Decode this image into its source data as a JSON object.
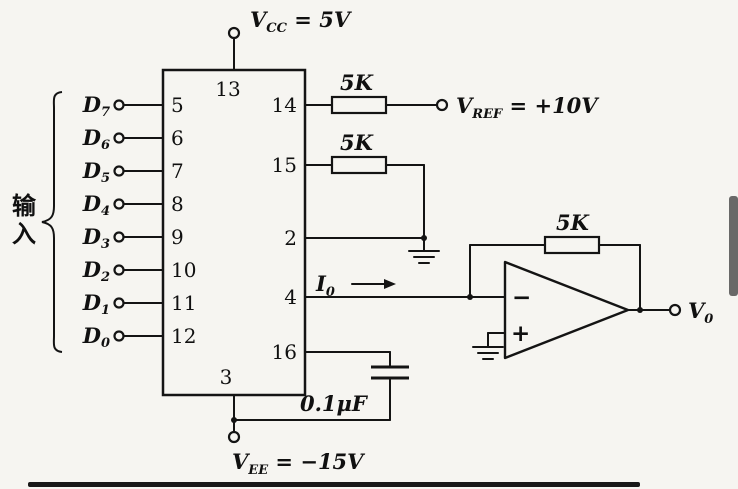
{
  "power": {
    "vcc": {
      "sym": "V",
      "sub": "CC",
      "val": " = 5V"
    },
    "vee": {
      "sym": "V",
      "sub": "EE",
      "val": " = −15V"
    },
    "vref": {
      "sym": "V",
      "sub": "REF",
      "val": " = +10V"
    }
  },
  "inputs": {
    "brace_label_chars": [
      "输",
      "入"
    ],
    "bits": [
      {
        "name": "D",
        "sub": "7",
        "pin": "5"
      },
      {
        "name": "D",
        "sub": "6",
        "pin": "6"
      },
      {
        "name": "D",
        "sub": "5",
        "pin": "7"
      },
      {
        "name": "D",
        "sub": "4",
        "pin": "8"
      },
      {
        "name": "D",
        "sub": "3",
        "pin": "9"
      },
      {
        "name": "D",
        "sub": "2",
        "pin": "10"
      },
      {
        "name": "D",
        "sub": "1",
        "pin": "11"
      },
      {
        "name": "D",
        "sub": "0",
        "pin": "12"
      }
    ]
  },
  "ic": {
    "pin_top": "13",
    "pin_bottom": "3",
    "pin_vref": "14",
    "pin_rfb": "15",
    "pin_gnd": "2",
    "pin_iout": "4",
    "pin_comp": "16"
  },
  "components": {
    "r_vref": "5K",
    "r_rfb": "5K",
    "r_feedback": "5K",
    "cap": "0.1μF"
  },
  "signals": {
    "iout": {
      "sym": "I",
      "sub": "0"
    },
    "vout": {
      "sym": "V",
      "sub": "0"
    },
    "opamp_minus": "−",
    "opamp_plus": "+"
  }
}
